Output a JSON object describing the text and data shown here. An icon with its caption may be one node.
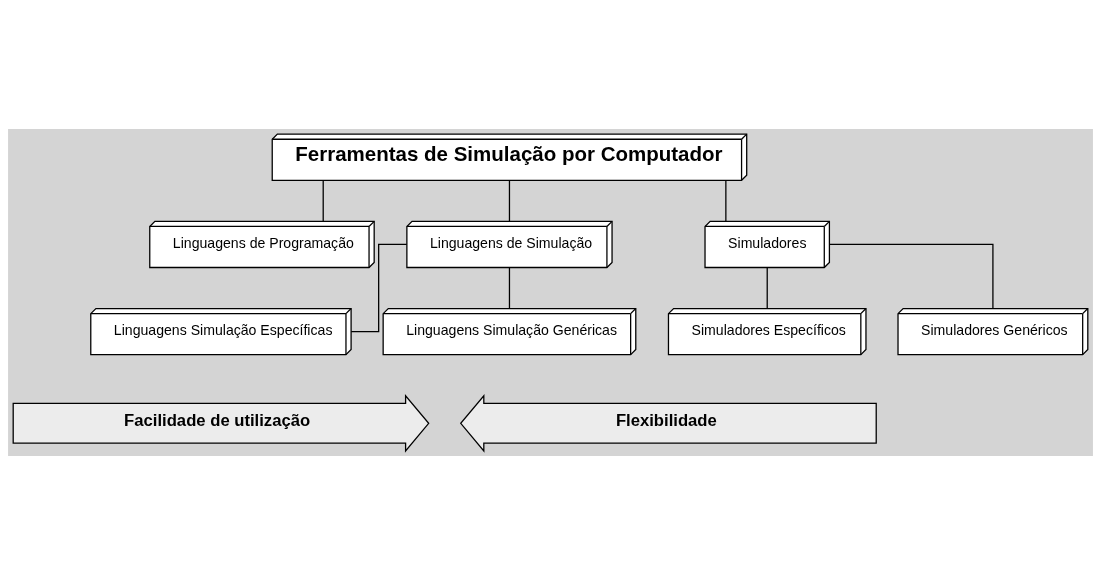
{
  "diagram": {
    "nodes": [
      {
        "text": [
          "Ferramentas de Simulação por Computador"
        ]
      },
      {
        "text": [
          "Linguagens de Programação"
        ]
      },
      {
        "text": [
          "Linguagens de Simulação"
        ]
      },
      {
        "text": [
          "Simuladores"
        ]
      },
      {
        "text": [
          "Linguagens Simulação Específicas"
        ]
      },
      {
        "text": [
          "Linguagens Simulação Genéricas"
        ]
      },
      {
        "text": [
          "Simuladores Específicos"
        ]
      },
      {
        "text": [
          "Simuladores Genéricos"
        ]
      },
      {
        "text": [
          "Facilidade de utilização"
        ]
      },
      {
        "text": [
          "Flexibilidade"
        ]
      }
    ],
    "edges": [
      {
        "from": 0,
        "to": 1,
        "arrow": "none"
      },
      {
        "from": 0,
        "to": 2,
        "arrow": "none"
      },
      {
        "from": 0,
        "to": 3,
        "arrow": "none"
      },
      {
        "from": 2,
        "to": 4,
        "arrow": "none"
      },
      {
        "from": 2,
        "to": 5,
        "arrow": "none"
      },
      {
        "from": 3,
        "to": 6,
        "arrow": "none"
      },
      {
        "from": 3,
        "to": 7,
        "arrow": "none"
      }
    ]
  }
}
